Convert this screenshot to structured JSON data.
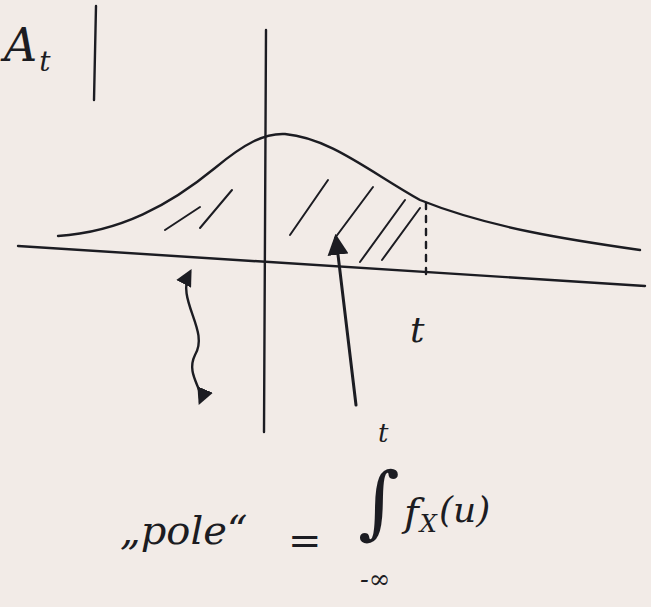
{
  "diagram": {
    "labels": [
      "A",
      "t",
      "t",
      "„pole“",
      "=",
      "∫",
      "t",
      "-∞",
      "f",
      "X",
      "(u)"
    ]
  }
}
